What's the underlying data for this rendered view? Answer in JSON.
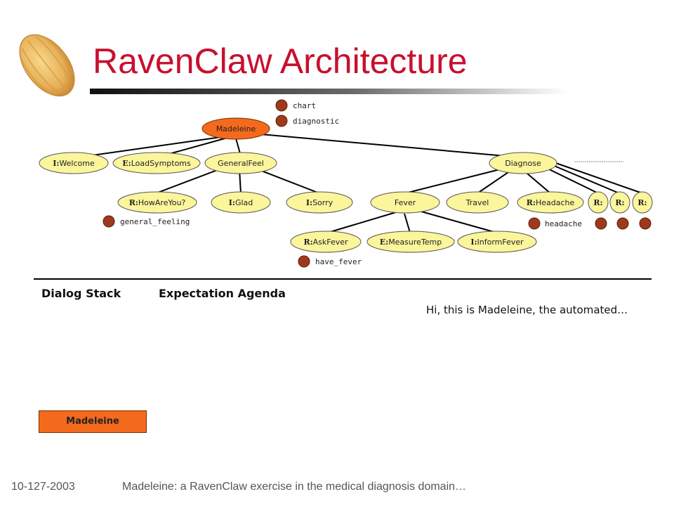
{
  "slide": {
    "title": "RavenClaw Architecture",
    "footer_date": "10-127-2003",
    "footer_text": "Madeleine: a RavenClaw exercise in the medical diagnosis domain…"
  },
  "logo": {
    "icon": "madeleine-cookie-icon"
  },
  "tree": {
    "root": "Madeleine",
    "welcome": {
      "prefix": "I:",
      "label": "Welcome"
    },
    "loadsymp": {
      "prefix": "E:",
      "label": "LoadSymptoms"
    },
    "generalfeel": {
      "prefix": "",
      "label": "GeneralFeel"
    },
    "diagnose": {
      "prefix": "",
      "label": "Diagnose"
    },
    "howareyou": {
      "prefix": "R:",
      "label": "HowAreYou?"
    },
    "glad": {
      "prefix": "I:",
      "label": "Glad"
    },
    "sorry": {
      "prefix": "I:",
      "label": "Sorry"
    },
    "fever": {
      "prefix": "",
      "label": "Fever"
    },
    "travel": {
      "prefix": "",
      "label": "Travel"
    },
    "headache": {
      "prefix": "R:",
      "label": "Headache"
    },
    "r1": {
      "prefix": "R:",
      "label": ""
    },
    "r2": {
      "prefix": "R:",
      "label": ""
    },
    "r3": {
      "prefix": "R:",
      "label": ""
    },
    "askfever": {
      "prefix": "R:",
      "label": "AskFever"
    },
    "measuretemp": {
      "prefix": "E:",
      "label": "MeasureTemp"
    },
    "informfever": {
      "prefix": "I:",
      "label": "InformFever"
    }
  },
  "concepts": {
    "chart": "chart",
    "diagnostic": "diagnostic",
    "general_feeling": "general_feeling",
    "headache": "headache",
    "have_fever": "have_fever"
  },
  "panel": {
    "dialog_stack_label": "Dialog Stack",
    "agenda_label": "Expectation Agenda",
    "utterance": "Hi, this is Madeleine, the automated…",
    "stack_top": "Madeleine"
  },
  "colors": {
    "title": "#c8102e",
    "node_fill": "#fbf59c",
    "node_active": "#f46a1c",
    "concept": "#9e3a1c"
  }
}
